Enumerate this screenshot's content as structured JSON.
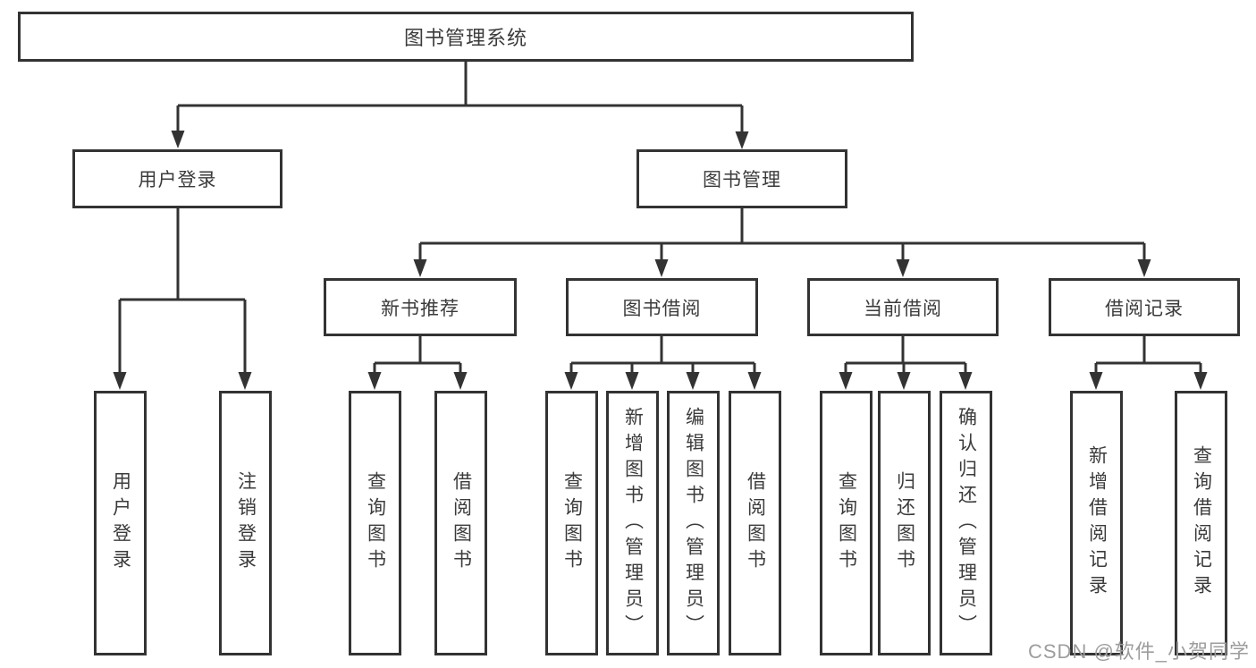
{
  "diagram": {
    "title": "图书管理系统",
    "root": {
      "label": "图书管理系统"
    },
    "branches": [
      {
        "label": "用户登录",
        "children": [
          "用户登录",
          "注销登录"
        ]
      },
      {
        "label": "图书管理",
        "sections": [
          {
            "label": "新书推荐",
            "children": [
              "查询图书",
              "借阅图书"
            ]
          },
          {
            "label": "图书借阅",
            "children": [
              "查询图书",
              "新增图书（管理员）",
              "编辑图书（管理员）",
              "借阅图书"
            ]
          },
          {
            "label": "当前借阅",
            "children": [
              "查询图书",
              "归还图书",
              "确认归还（管理员）"
            ]
          },
          {
            "label": "借阅记录",
            "children": [
              "新增借阅记录",
              "查询借阅记录"
            ]
          }
        ]
      }
    ]
  },
  "watermark": {
    "text": "CSDN @软件_小贺同学"
  },
  "colors": {
    "background": "#ffffff",
    "box_border": "#333333",
    "connector_line": "#333333",
    "text": "#3b3b3b",
    "watermark_text": "#9d9d9d"
  }
}
